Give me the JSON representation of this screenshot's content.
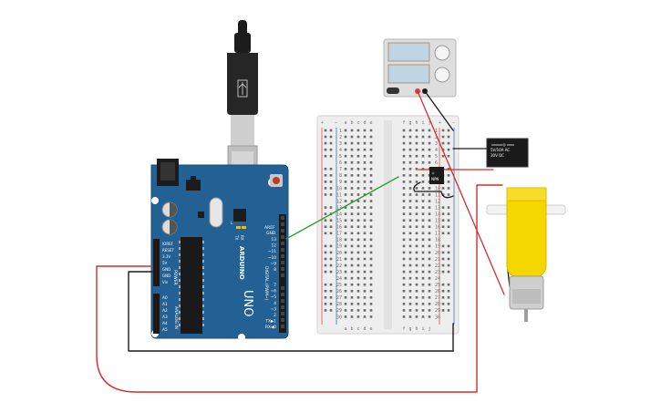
{
  "colors": {
    "arduino_board": "#236093",
    "breadboard": "#eeeeee",
    "wire_red": "#d32f2f",
    "wire_black": "#1a1a1a",
    "wire_green": "#2e9d38",
    "motor_yellow": "#f4d600",
    "power_supply": "#dedede"
  },
  "arduino": {
    "brand": "ARDUINO",
    "model": "UNO",
    "aref_label": "AREF",
    "gnd_label": "GND",
    "digital_label": "DIGITAL (PWM~)",
    "power_label": "POWER",
    "analog_label": "ANALOG IN",
    "tx_label": "TX",
    "rx_label": "RX",
    "l_label": "L",
    "on_label": "ON",
    "digital_pins": [
      "13",
      "12",
      "~11",
      "~10",
      "~9",
      "8",
      "7",
      "~6",
      "~5",
      "4",
      "~3",
      "2",
      "TX▶1",
      "RX◀0"
    ],
    "power_pins": [
      "IOREF",
      "RESET",
      "3.3V",
      "5V",
      "GND",
      "GND",
      "Vin"
    ],
    "analog_pins": [
      "A0",
      "A1",
      "A2",
      "A3",
      "A4",
      "A5"
    ]
  },
  "breadboard": {
    "column_labels_left": [
      "a",
      "b",
      "c",
      "d",
      "e"
    ],
    "column_labels_right": [
      "f",
      "g",
      "h",
      "i",
      "j"
    ],
    "row_numbers": [
      "1",
      "2",
      "3",
      "4",
      "5",
      "6",
      "7",
      "8",
      "9",
      "10",
      "11",
      "12",
      "13",
      "14",
      "15",
      "16",
      "17",
      "18",
      "19",
      "20",
      "21",
      "22",
      "23",
      "24",
      "25",
      "26",
      "27",
      "28",
      "29",
      "30"
    ],
    "plus": "+",
    "minus": "−"
  },
  "transistor": {
    "label": "NPN"
  },
  "relay": {
    "label_line1": "5V/10A AC",
    "label_line2": "30V DC"
  },
  "icons": {
    "usb_cable": "usb-cable-icon",
    "power_supply": "power-supply-icon",
    "dc_motor": "dc-motor-icon",
    "relay": "relay-icon",
    "transistor": "transistor-icon"
  }
}
